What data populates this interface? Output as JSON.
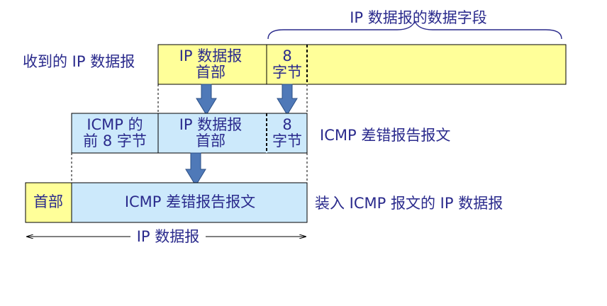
{
  "colors": {
    "text": "#2a2a8c",
    "yellow_fill": "#ffff99",
    "blue_fill": "#cce9fb",
    "arrow": "#4f79b8",
    "border": "#000000"
  },
  "labels": {
    "data_field_brace": "IP 数据报的数据字段",
    "received_ip": "收到的 IP 数据报",
    "ip_header_line1": "IP 数据报",
    "ip_header_line2": "首部",
    "eight_line1": "8",
    "eight_line2": "字节",
    "icmp_front_line1": "ICMP 的",
    "icmp_front_line2": "前 8 字节",
    "icmp_error_msg": "ICMP 差错报告报文",
    "header": "首部",
    "icmp_error_msg_inner": "ICMP 差错报告报文",
    "packed_ip": "装入 ICMP 报文的 IP 数据报",
    "ip_datagram": "IP 数据报"
  }
}
